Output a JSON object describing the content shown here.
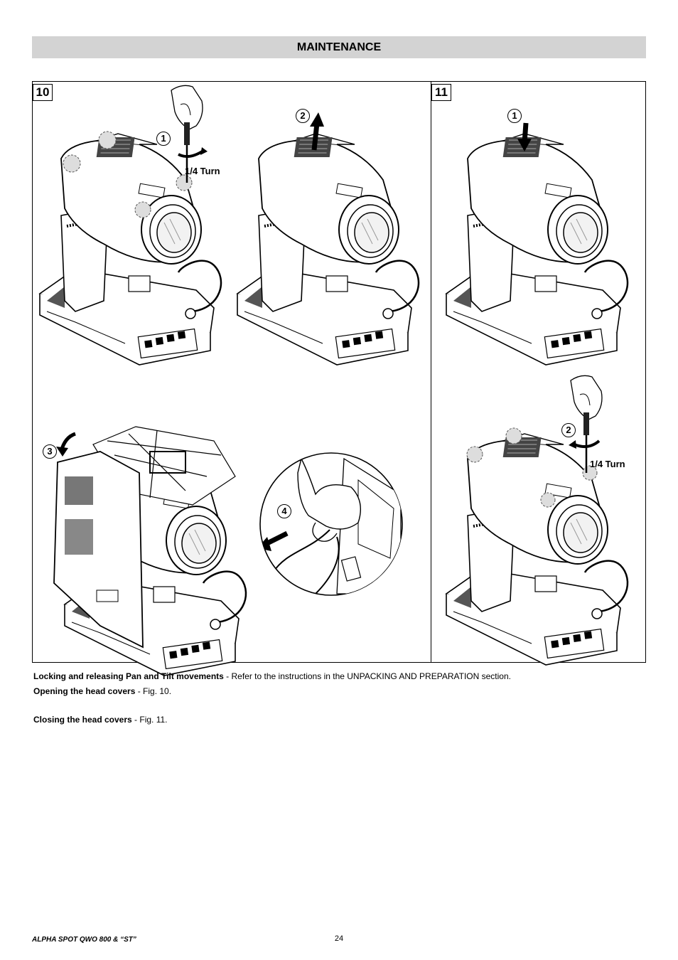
{
  "header": {
    "title": "MAINTENANCE"
  },
  "figures": {
    "fig10": {
      "number": "10",
      "callouts": [
        "1",
        "2",
        "3",
        "4"
      ],
      "turn_label": "1/4 Turn"
    },
    "fig11": {
      "number": "11",
      "callouts": [
        "1",
        "2"
      ],
      "turn_label": "1/4 Turn"
    }
  },
  "text": {
    "locking_title": "Locking and releasing Pan and Tilt movements",
    "locking_body": " - Refer to the instructions in the UNPACKING AND PREPARATION section.",
    "opening_title": "Opening the head covers",
    "opening_body": " - Fig. 10.",
    "closing_title": "Closing the head covers",
    "closing_body": " - Fig. 11."
  },
  "footer": {
    "product": "ALPHA SPOT QWO 800 & “ST”",
    "page_number": "24"
  }
}
